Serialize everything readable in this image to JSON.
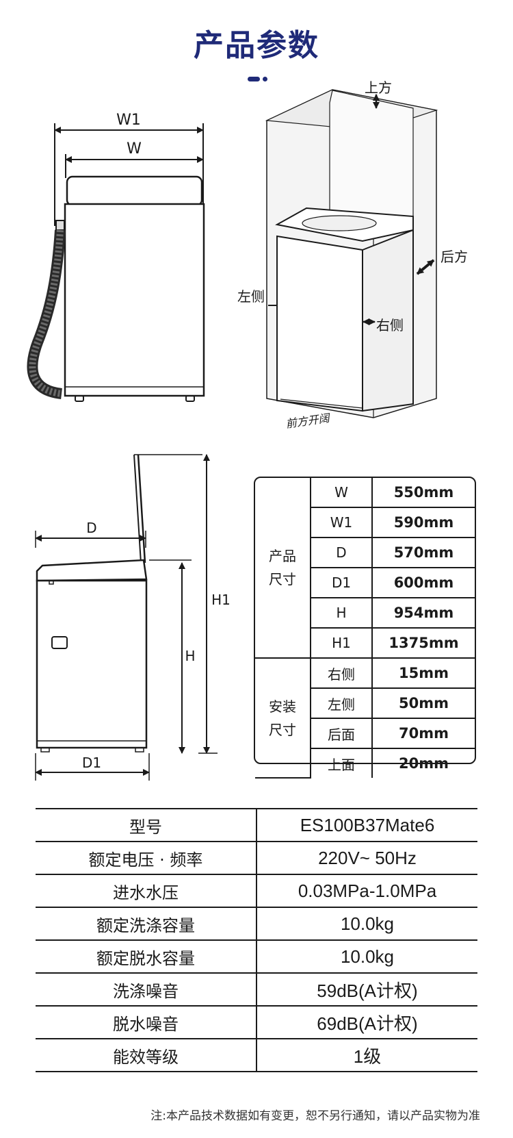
{
  "page_title": "产品参数",
  "diagram_top_left": {
    "w1_label": "W1",
    "w_label": "W"
  },
  "diagram_top_right": {
    "top": "上方",
    "back": "后方",
    "left": "左侧",
    "right": "右侧",
    "front": "前方开阔"
  },
  "diagram_side": {
    "d_label": "D",
    "d1_label": "D1",
    "h_label": "H",
    "h1_label": "H1"
  },
  "dimension_table": {
    "groups": [
      {
        "name_line1": "产品",
        "name_line2": "尺寸",
        "rows": [
          {
            "key": "W",
            "value": "550mm"
          },
          {
            "key": "W1",
            "value": "590mm"
          },
          {
            "key": "D",
            "value": "570mm"
          },
          {
            "key": "D1",
            "value": "600mm"
          },
          {
            "key": "H",
            "value": "954mm"
          },
          {
            "key": "H1",
            "value": "1375mm"
          }
        ]
      },
      {
        "name_line1": "安装",
        "name_line2": "尺寸",
        "rows": [
          {
            "key": "右侧",
            "value": "15mm"
          },
          {
            "key": "左侧",
            "value": "50mm"
          },
          {
            "key": "后面",
            "value": "70mm"
          },
          {
            "key": "上面",
            "value": "20mm"
          }
        ]
      }
    ]
  },
  "spec_table": [
    {
      "key": "型号",
      "value": "ES100B37Mate6"
    },
    {
      "key": "额定电压 · 频率",
      "value": "220V~ 50Hz"
    },
    {
      "key": "进水水压",
      "value": "0.03MPa-1.0MPa"
    },
    {
      "key": "额定洗涤容量",
      "value": "10.0kg"
    },
    {
      "key": "额定脱水容量",
      "value": "10.0kg"
    },
    {
      "key": "洗涤噪音",
      "value": "59dB(A计权)"
    },
    {
      "key": "脱水噪音",
      "value": "69dB(A计权)"
    },
    {
      "key": "能效等级",
      "value": "1级"
    }
  ],
  "footnote": "注:本产品技术数据如有变更，恕不另行通知，请以产品实物为准",
  "colors": {
    "accent": "#1f2a78",
    "line": "#1a1a1a"
  }
}
